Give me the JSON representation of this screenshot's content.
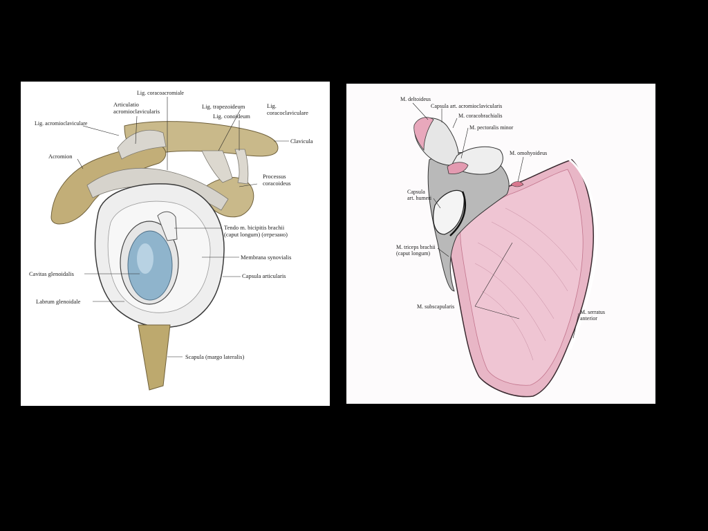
{
  "colors": {
    "background": "#000000",
    "bone": "#c9b98a",
    "cartilage": "#8fb4cc",
    "muscle": "#e8b6c6",
    "muscle_edge": "#c2748c"
  },
  "left_figure": {
    "labels": {
      "lig_coracoacromiale": "Lig. coracoacromiale",
      "articulatio": "Articulatio\nacromioclavicularis",
      "lig_trapezoideum": "Lig. trapezoideum",
      "lig_conoideum": "Lig. conoideum",
      "lig_coracoclaviculare": "Lig.\ncoracoclaviculare",
      "lig_acromioclaviculare": "Lig. acromioclaviculare",
      "clavicula": "Clavicula",
      "acromion": "Acromion",
      "processus": "Processus\ncoracoideus",
      "tendo": "Tendo m. bicipitis brachii\n(caput longum) (отрезано)",
      "membrana": "Membrana synovialis",
      "cavitas": "Cavitas glenoidalis",
      "capsula": "Capsula articularis",
      "labrum": "Labrum glenoidale",
      "scapula": "Scapula (margo lateralis)"
    }
  },
  "right_figure": {
    "labels": {
      "deltoideus": "M. deltoideus",
      "capsula_acromio": "Capsula art. acromioclavicularis",
      "coracobrachialis": "M. coracobrachialis",
      "pectoralis": "M. pectoralis minor",
      "omohyoideus": "M. omohyoideus",
      "capsula_humeri": "Capsula\nart. humeri",
      "triceps": "M. triceps brachii\n(caput longum)",
      "subscapularis": "M. subscapularis",
      "serratus": "M. serratus\nanterior"
    }
  }
}
